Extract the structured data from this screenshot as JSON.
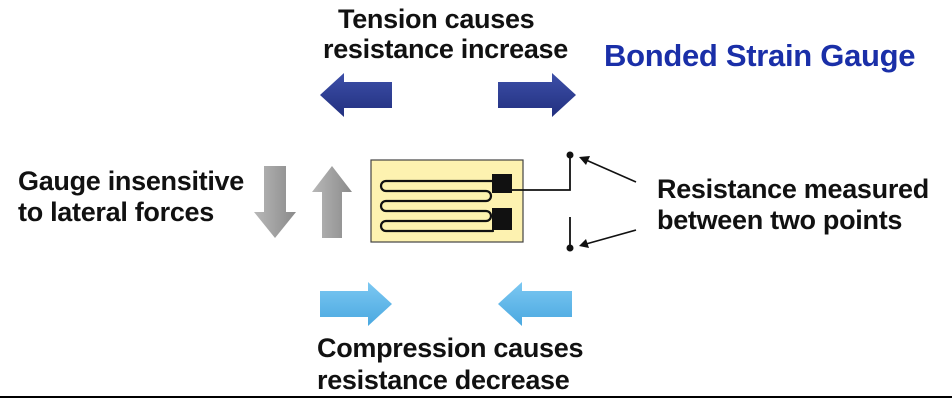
{
  "title": "Bonded Strain Gauge",
  "tension_label": [
    "Tension causes",
    "resistance increase"
  ],
  "compression_label": [
    "Compression causes",
    "resistance decrease"
  ],
  "lateral_label": [
    "Gauge insensitive",
    "to lateral forces"
  ],
  "resistance_label": [
    "Resistance measured",
    "between two points"
  ],
  "colors": {
    "title": "#1a2fa8",
    "tension_arrow": "#2e3f97",
    "compression_arrow": "#5ab4e8",
    "lateral_arrow": "#9a9a9a",
    "gauge_fill": "#fdf2b0"
  }
}
